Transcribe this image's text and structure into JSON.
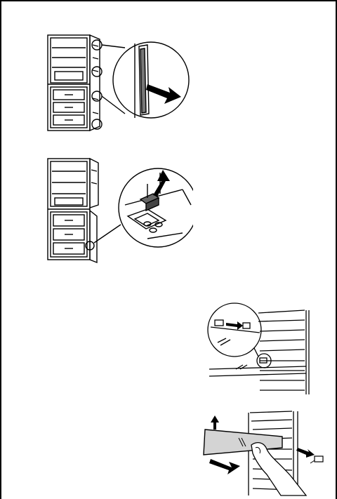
{
  "figures": [
    {
      "id": "fig-1",
      "icon": "fridge-door-hinge-removal"
    },
    {
      "id": "fig-2",
      "icon": "fridge-door-lower-hinge"
    },
    {
      "id": "fig-3",
      "icon": "glass-shelf-clip-slide"
    },
    {
      "id": "fig-4",
      "icon": "glass-shelf-lift-out"
    }
  ]
}
